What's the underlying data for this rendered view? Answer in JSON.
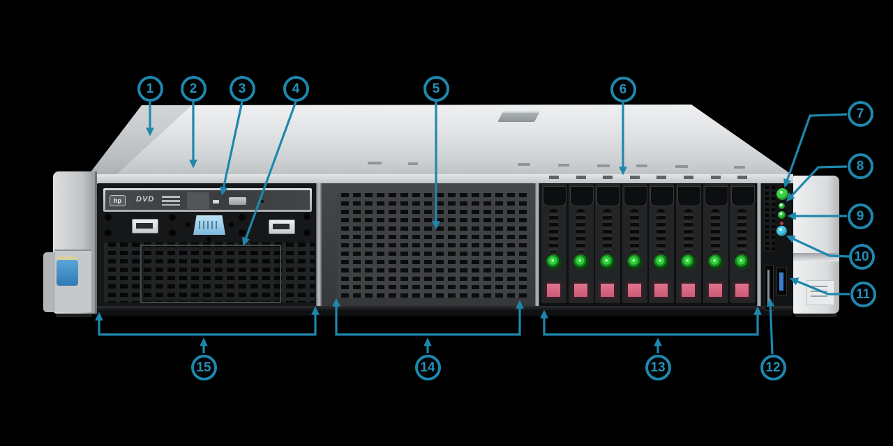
{
  "diagram": {
    "accent_color": "#1e87ae",
    "callouts": [
      "1",
      "2",
      "3",
      "4",
      "5",
      "6",
      "7",
      "8",
      "9",
      "10",
      "11",
      "12",
      "13",
      "14",
      "15"
    ]
  },
  "server": {
    "optical_drive": {
      "brand_label": "hp",
      "media_label": "DVD"
    },
    "drive_bays": {
      "count": 8,
      "led_color": "#2fd23a",
      "eject_color": "#cd5a75"
    },
    "panel_leds": [
      {
        "name": "power-led",
        "color": "#39d43f"
      },
      {
        "name": "health-led",
        "color": "#2fbe38"
      },
      {
        "name": "nic-led",
        "color": "#2fbe38"
      },
      {
        "name": "uid-led",
        "color": "#45c8e8"
      }
    ]
  }
}
